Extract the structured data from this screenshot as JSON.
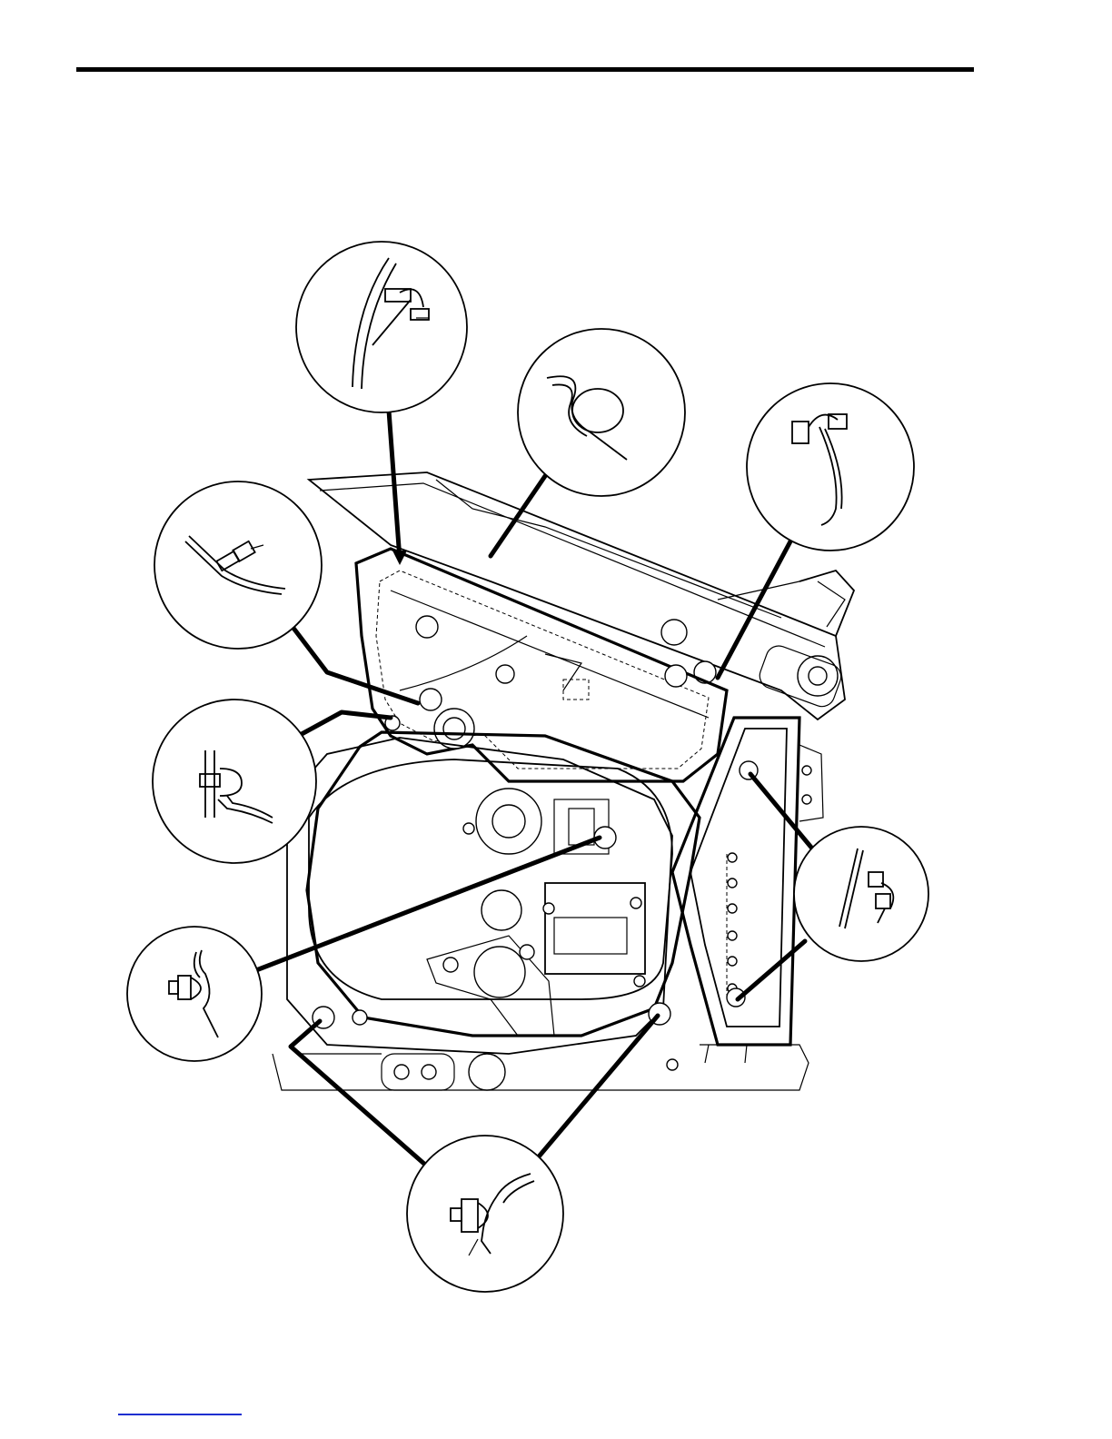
{
  "page": {
    "background": "#ffffff",
    "rule_color": "#000000",
    "link_underline_color": "#1a2fd0"
  },
  "diagram": {
    "subject": "seat-back-trim-panel-clip-locations",
    "callouts": [
      {
        "id": "top-clip",
        "icon": "clip-detail-icon"
      },
      {
        "id": "spring-hook",
        "icon": "spring-clip-icon"
      },
      {
        "id": "right-top-clip",
        "icon": "clip-detail-icon"
      },
      {
        "id": "left-upper-clip",
        "icon": "clip-detail-icon"
      },
      {
        "id": "left-middle-clip",
        "icon": "push-pin-icon"
      },
      {
        "id": "right-side-clip",
        "icon": "push-pin-icon"
      },
      {
        "id": "left-lower-clip",
        "icon": "push-pin-icon"
      },
      {
        "id": "bottom-clip",
        "icon": "push-pin-icon"
      }
    ]
  }
}
